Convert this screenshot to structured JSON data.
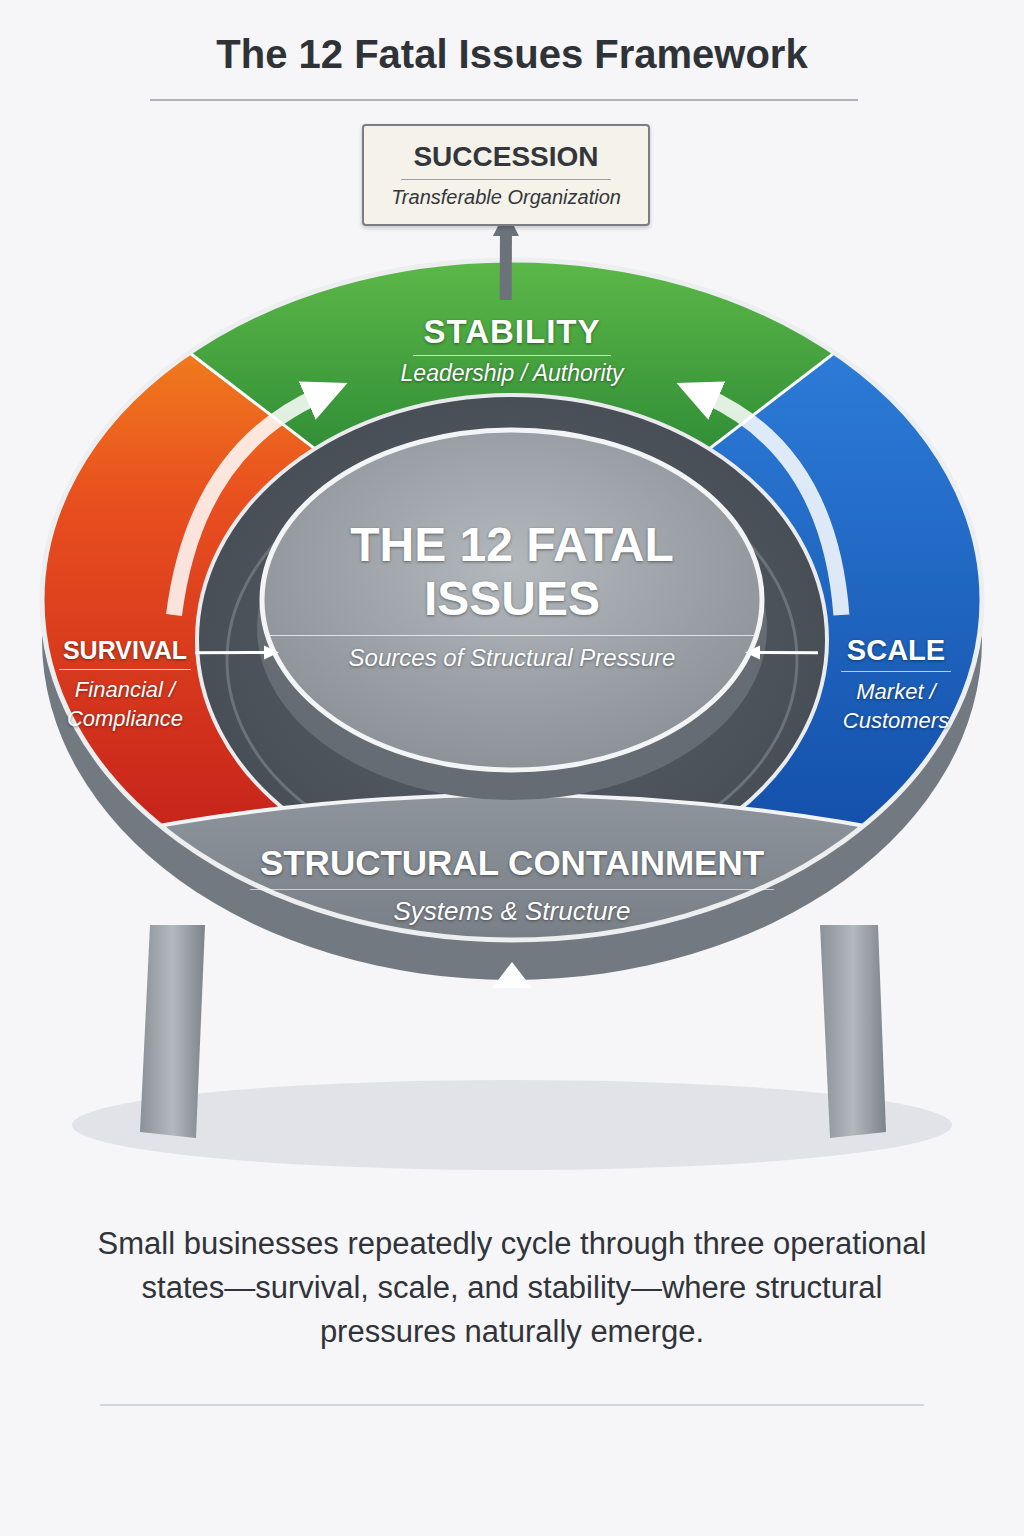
{
  "diagram": {
    "title": "The 12 Fatal Issues Framework",
    "caption": "Small businesses repeatedly cycle through three operational states—survival, scale, and stability—where structural pressures naturally emerge.",
    "nodes": [
      {
        "text": [
          "SUCCESSION",
          "Transferable Organization"
        ]
      },
      {
        "text": [
          "STABILITY",
          "Leadership / Authority"
        ]
      },
      {
        "text": [
          "SURVIVAL",
          "Financial / Compliance"
        ]
      },
      {
        "text": [
          "THE 12 FATAL ISSUES",
          "Sources of Structural Pressure"
        ]
      },
      {
        "text": [
          "SCALE",
          "Market / Customers"
        ]
      },
      {
        "text": [
          "STRUCTURAL CONTAINMENT",
          "Systems & Structure"
        ]
      }
    ],
    "edges": [
      {
        "from": 1,
        "to": 0,
        "arrow": "to"
      },
      {
        "from": 2,
        "to": 3,
        "arrow": "to"
      },
      {
        "from": 4,
        "to": 3,
        "arrow": "to"
      },
      {
        "from": 2,
        "to": 1,
        "arrow": "to"
      },
      {
        "from": 4,
        "to": 1,
        "arrow": "to"
      }
    ]
  }
}
